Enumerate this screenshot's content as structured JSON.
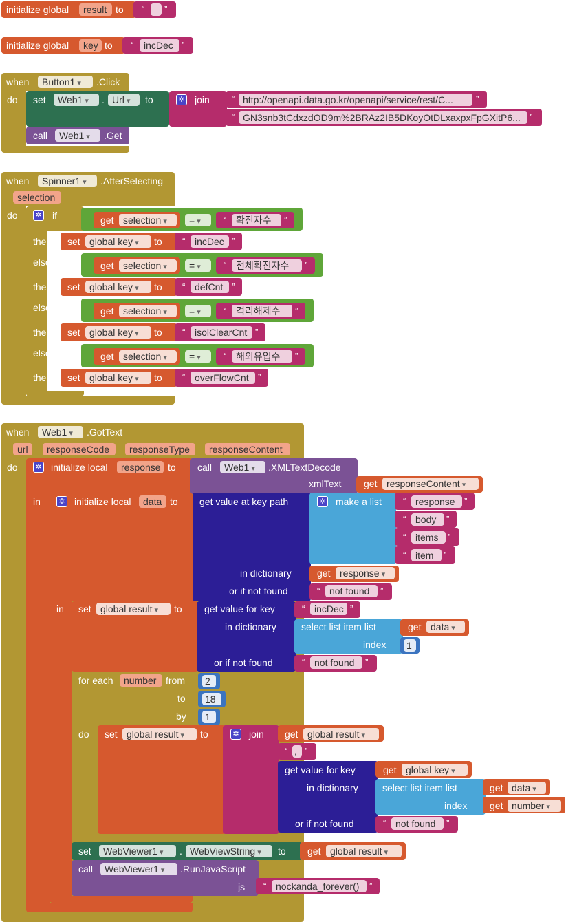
{
  "kw": {
    "initialize_global": "initialize global",
    "to": "to",
    "when": "when",
    "do": "do",
    "set": "set",
    "call": "call",
    "join": "join",
    "if": "if",
    "then": "then",
    "else_if": "else if",
    "get": "get",
    "eq": "=",
    "initialize_local": "initialize local",
    "in": "in",
    "xmlText": "xmlText",
    "get_value_at_key_path": "get value at key path",
    "make_a_list": "make a list",
    "in_dictionary": "in dictionary",
    "or_if_not_found": "or if not found",
    "get_value_for_key": "get value for key",
    "select_list_item_list": "select list item  list",
    "index": "index",
    "for_each": "for each",
    "from": "from",
    "by": "by",
    "js": "js",
    "dot": "."
  },
  "globals": {
    "result_name": "result",
    "result_value": "",
    "key_name": "key",
    "key_value": "incDec"
  },
  "button_event": {
    "component": "Button1",
    "event": ".Click",
    "set_component": "Web1",
    "set_property": "Url",
    "url_part1": "http://openapi.data.go.kr/openapi/service/rest/C...",
    "url_part2": "GN3snb3tCdxzdOD9m%2BRAz2IB5DKoyOtDLxaxpxFpGXitP6...",
    "call_component": "Web1",
    "call_method": ".Get"
  },
  "spinner_event": {
    "component": "Spinner1",
    "event": ".AfterSelecting",
    "param": "selection",
    "global_key": "global key",
    "branches": [
      {
        "compare": "확진자수",
        "value": "incDec"
      },
      {
        "compare": "전체확진자수",
        "value": "defCnt"
      },
      {
        "compare": "격리해제수",
        "value": "isolClearCnt"
      },
      {
        "compare": "해외유입수",
        "value": "overFlowCnt"
      }
    ]
  },
  "web_event": {
    "component": "Web1",
    "event": ".GotText",
    "params": [
      "url",
      "responseCode",
      "responseType",
      "responseContent"
    ],
    "local_response": "response",
    "xml_decode": ".XMLTextDecode",
    "response_content": "responseContent",
    "local_data": "data",
    "key_path": [
      "response",
      "body",
      "items",
      "item"
    ],
    "get_response": "response",
    "not_found": "not found",
    "global_result": "global result",
    "inc_dec": "incDec",
    "get_data": "data",
    "index_1": "1",
    "loop_var": "number",
    "from_val": "2",
    "to_val": "18",
    "by_val": "1",
    "comma": ",",
    "global_key": "global key",
    "get_number": "number",
    "webviewer": "WebViewer1",
    "webviewstring": "WebViewString",
    "run_js": ".RunJavaScript",
    "js_value": "nockanda_forever()"
  }
}
